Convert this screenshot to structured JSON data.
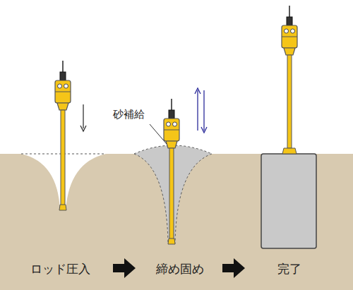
{
  "diagram": {
    "labels": [
      "砂補給",
      "ロッド圧入",
      "締め固め",
      "完了"
    ]
  }
}
